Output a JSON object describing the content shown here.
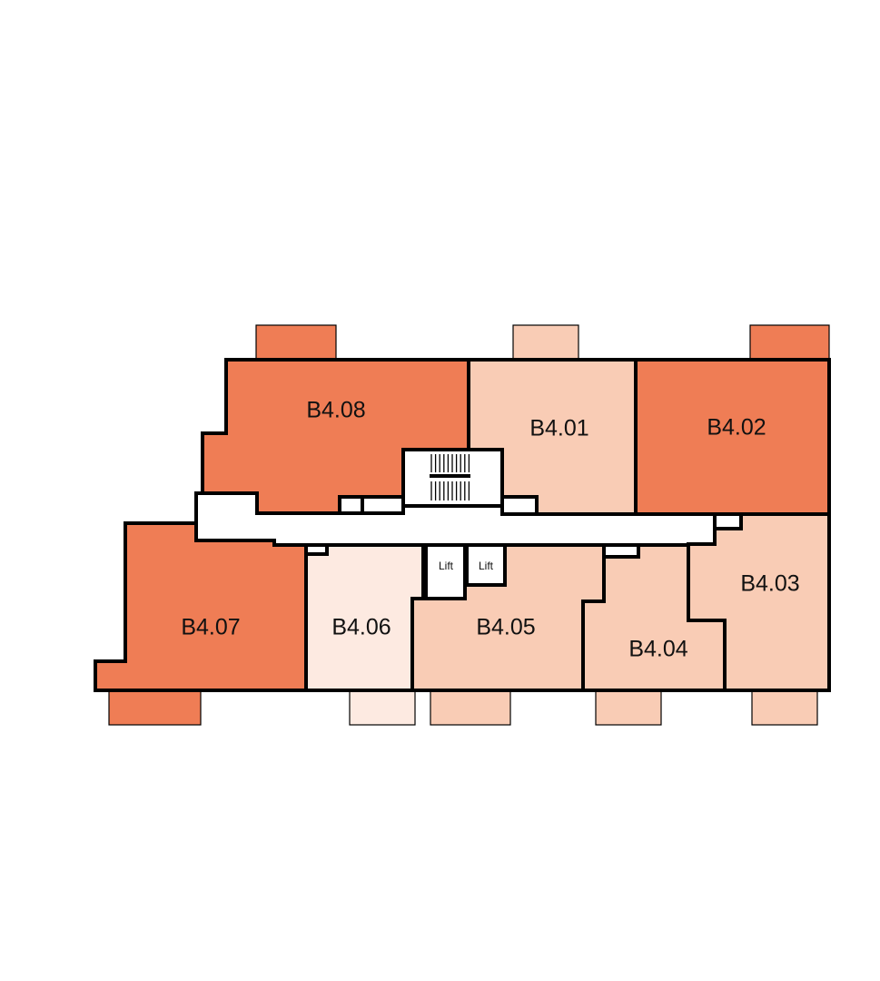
{
  "colors": {
    "dark": "#ef7d55",
    "medium": "#f9ccb5",
    "light": "#fdeae1",
    "common": "#ffffff",
    "wall": "#000000"
  },
  "units": [
    {
      "id": "b4-08",
      "label": "B4.08",
      "shade": "dark"
    },
    {
      "id": "b4-01",
      "label": "B4.01",
      "shade": "medium"
    },
    {
      "id": "b4-02",
      "label": "B4.02",
      "shade": "dark"
    },
    {
      "id": "b4-03",
      "label": "B4.03",
      "shade": "medium"
    },
    {
      "id": "b4-04",
      "label": "B4.04",
      "shade": "medium"
    },
    {
      "id": "b4-05",
      "label": "B4.05",
      "shade": "medium"
    },
    {
      "id": "b4-06",
      "label": "B4.06",
      "shade": "light"
    },
    {
      "id": "b4-07",
      "label": "B4.07",
      "shade": "dark"
    }
  ],
  "lifts": [
    {
      "label": "Lift"
    },
    {
      "label": "Lift"
    }
  ]
}
